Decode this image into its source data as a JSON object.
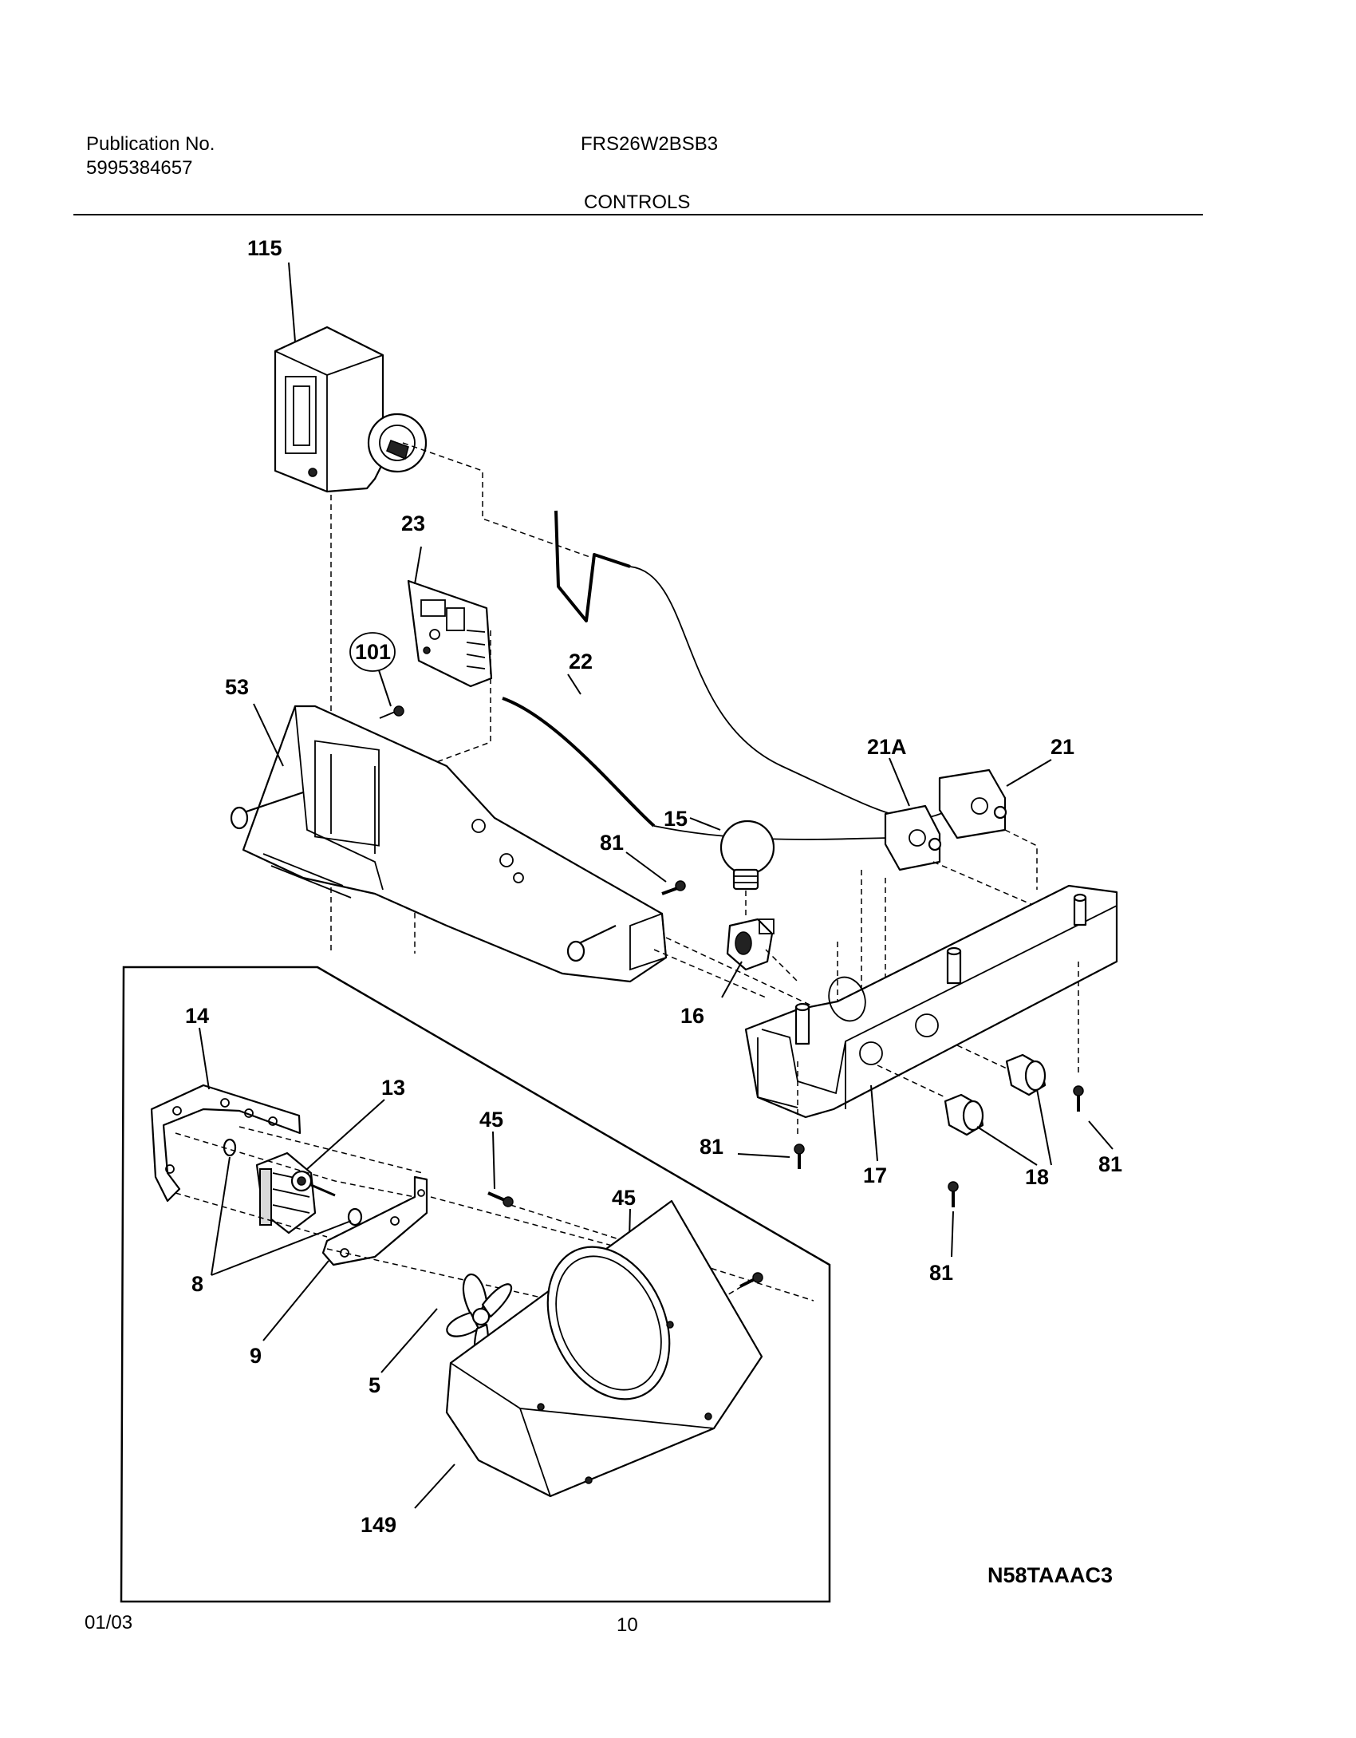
{
  "header": {
    "publication_label": "Publication No.",
    "publication_number": "5995384657",
    "model": "FRS26W2BSB3",
    "section_title": "CONTROLS"
  },
  "diagram": {
    "callouts": [
      "115",
      "23",
      "101",
      "22",
      "53",
      "21A",
      "21",
      "15",
      "81",
      "16",
      "14",
      "13",
      "45",
      "17",
      "18",
      "8",
      "9",
      "5",
      "149"
    ],
    "drawing_code": "N58TAAAC3"
  },
  "footer": {
    "date": "01/03",
    "page": "10"
  }
}
